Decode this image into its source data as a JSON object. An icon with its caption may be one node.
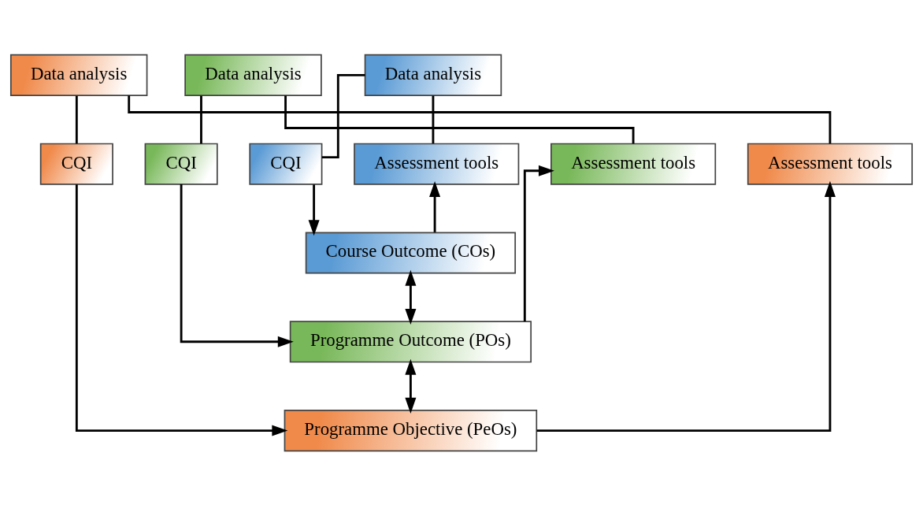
{
  "diagram": {
    "nodes": [
      {
        "text": [
          "Data analysis"
        ]
      },
      {
        "text": [
          "Data analysis"
        ]
      },
      {
        "text": [
          "Data analysis"
        ]
      },
      {
        "text": [
          "CQI"
        ]
      },
      {
        "text": [
          "CQI"
        ]
      },
      {
        "text": [
          "CQI"
        ]
      },
      {
        "text": [
          "Assessment tools"
        ]
      },
      {
        "text": [
          "Assessment tools"
        ]
      },
      {
        "text": [
          "Assessment tools"
        ]
      },
      {
        "text": [
          "Course Outcome (COs)"
        ]
      },
      {
        "text": [
          "Programme Outcome (POs)"
        ]
      },
      {
        "text": [
          "Programme Objective (PeOs)"
        ]
      }
    ],
    "edges": [
      {
        "from": 9,
        "to": 6,
        "arrow": "to"
      },
      {
        "from": 6,
        "to": 2,
        "arrow": "none"
      },
      {
        "from": 2,
        "to": 5,
        "arrow": "none"
      },
      {
        "from": 5,
        "to": 9,
        "arrow": "to"
      },
      {
        "from": 10,
        "to": 7,
        "arrow": "to"
      },
      {
        "from": 7,
        "to": 1,
        "arrow": "none"
      },
      {
        "from": 1,
        "to": 4,
        "arrow": "none"
      },
      {
        "from": 4,
        "to": 10,
        "arrow": "to"
      },
      {
        "from": 11,
        "to": 8,
        "arrow": "to"
      },
      {
        "from": 8,
        "to": 0,
        "arrow": "none"
      },
      {
        "from": 0,
        "to": 3,
        "arrow": "none"
      },
      {
        "from": 3,
        "to": 11,
        "arrow": "to"
      },
      {
        "from": 9,
        "to": 10,
        "arrow": "both"
      },
      {
        "from": 10,
        "to": 11,
        "arrow": "both"
      }
    ]
  }
}
